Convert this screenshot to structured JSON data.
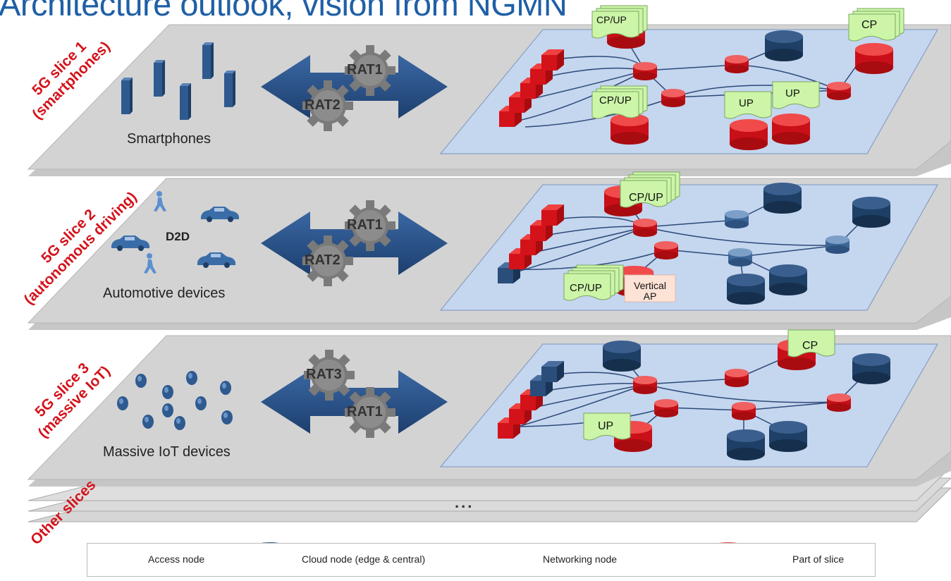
{
  "title": "Architecture outlook, vision from NGMN",
  "slices": [
    {
      "tag_line1": "5G slice 1",
      "tag_line2": "(smartphones)",
      "device_label": "Smartphones",
      "rats": [
        "RAT1",
        "RAT2"
      ],
      "function_tags": [
        "CP/UP",
        "CP",
        "CP/UP",
        "UP",
        "UP"
      ]
    },
    {
      "tag_line1": "5G slice 2",
      "tag_line2": "(autonomous driving)",
      "device_label": "Automotive devices",
      "d2d_label": "D2D",
      "rats": [
        "RAT1",
        "RAT2"
      ],
      "function_tags": [
        "CP/UP",
        "CP/UP"
      ],
      "vertical_ap": "Vertical AP"
    },
    {
      "tag_line1": "5G slice 3",
      "tag_line2": "(massive IoT)",
      "device_label": "Massive IoT devices",
      "rats": [
        "RAT3",
        "RAT1"
      ],
      "function_tags": [
        "CP",
        "UP"
      ]
    }
  ],
  "other_slices": "Other slices",
  "ellipsis": "...",
  "legend": {
    "access": "Access node",
    "cloud": "Cloud node (edge & central)",
    "networking": "Networking node",
    "slice": "Part of slice"
  },
  "colors": {
    "title": "#1f5fa6",
    "slice_red": "#d4121a",
    "plane_blue": "#c5d6ef",
    "node_navy": "#1e3f66",
    "tag_green": "#ccf5a8",
    "arrow_blue": "#254f85"
  }
}
